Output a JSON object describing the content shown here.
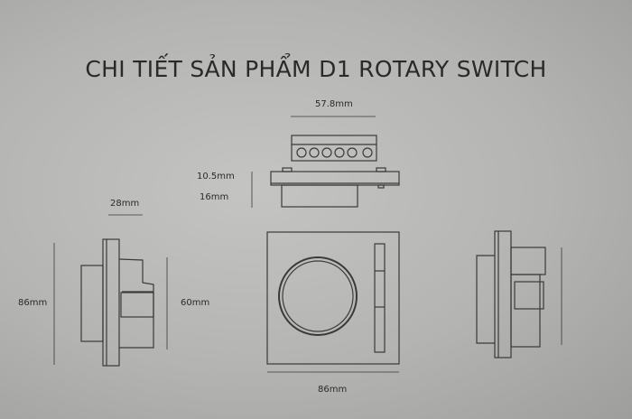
{
  "title": "CHI TIẾT SẢN PHẨM D1 ROTARY SWITCH",
  "dimensions": {
    "top_width": "57.8mm",
    "flange_height": "10.5mm",
    "body_depth": "16mm",
    "side_depth": "28mm",
    "total_height": "86mm",
    "body_height": "60mm",
    "front_width": "86mm"
  }
}
